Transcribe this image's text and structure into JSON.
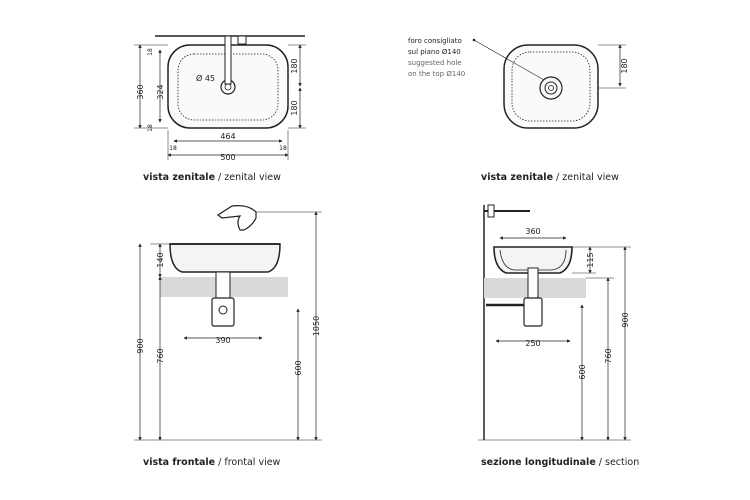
{
  "views": {
    "top_left": {
      "dims": {
        "total_height": "360",
        "inner_height": "324",
        "top_margin": "18",
        "bottom_margin": "18",
        "half_top": "180",
        "half_bottom": "180",
        "inner_width": "464",
        "total_width": "500",
        "left_margin": "18",
        "right_margin": "18",
        "drain": "Ø 45"
      },
      "caption_bold": "vista zenitale",
      "caption_sep": " / ",
      "caption_light": "zenital view"
    },
    "top_right": {
      "note_line1": "foro consigliato",
      "note_line2": "sul piano Ø140",
      "note_line3": "suggested hole",
      "note_line4": "on the top Ø140",
      "dims": {
        "half": "180"
      },
      "caption_bold": "vista zenitale",
      "caption_sep": " / ",
      "caption_light": "zenital view"
    },
    "front": {
      "dims": {
        "basin_height": "140",
        "total": "900",
        "counter": "760",
        "waste_width": "390",
        "tap_height": "600",
        "overall": "1050"
      },
      "caption_bold": "vista frontale",
      "caption_sep": " / ",
      "caption_light": "frontal view"
    },
    "section": {
      "dims": {
        "basin_width": "360",
        "basin_height": "115",
        "waste_width": "250",
        "counter": "760",
        "total": "900",
        "floor": "600"
      },
      "caption_bold": "sezione longitudinale",
      "caption_sep": " / ",
      "caption_light": "section"
    }
  },
  "colors": {
    "line": "#222222",
    "counter": "#d9d9d9",
    "basin_fill": "#f4f4f4"
  }
}
